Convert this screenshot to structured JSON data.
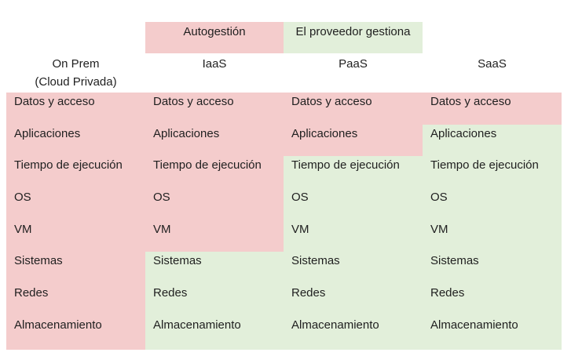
{
  "legend": {
    "self_managed": {
      "label": "Autogestión",
      "color": "#f4cccc"
    },
    "provider_managed": {
      "label": "El proveedor gestiona",
      "color": "#e2efda"
    }
  },
  "columns": [
    {
      "title": "On Prem",
      "subtitle": "(Cloud Privada)"
    },
    {
      "title": "IaaS",
      "subtitle": ""
    },
    {
      "title": "PaaS",
      "subtitle": ""
    },
    {
      "title": "SaaS",
      "subtitle": ""
    }
  ],
  "rows": [
    "Datos y acceso",
    "Aplicaciones",
    "Tiempo de ejecución",
    "OS",
    "VM",
    "Sistemas",
    "Redes",
    "Almacenamiento"
  ],
  "self_managed_layers_per_column": [
    8,
    5,
    2,
    1
  ]
}
